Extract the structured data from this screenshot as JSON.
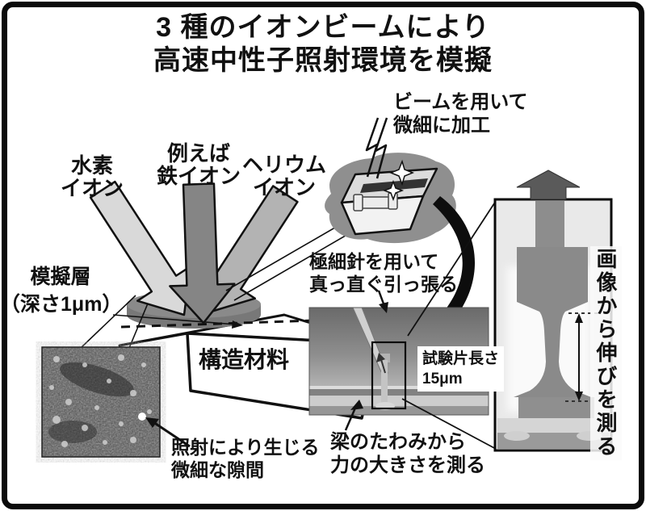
{
  "title": {
    "line1": "3 種のイオンビームにより",
    "line2": "高速中性子照射環境を模擬"
  },
  "ion_arrows": {
    "hydrogen": {
      "line1": "水素",
      "line2": "イオン"
    },
    "iron": {
      "line1": "例えば",
      "line2": "鉄イオン"
    },
    "helium": {
      "line1": "ヘリウム",
      "line2": "イオン"
    }
  },
  "annotations": {
    "beam_processing": {
      "line1": "ビームを用いて",
      "line2": "微細に加工"
    },
    "sim_layer": {
      "line1": "模擬層",
      "line2": "（深さ1μm）"
    },
    "structural_material": "構造材料",
    "needle_pull": {
      "line1": "極細針を用いて",
      "line2": "真っ直ぐ引っ張る"
    },
    "specimen_length": {
      "line1": "試験片長さ",
      "line2": "15μm"
    },
    "micro_gaps": {
      "line1": "照射により生じる",
      "line2": "微細な隙間"
    },
    "beam_deflection": {
      "line1": "梁のたわみから",
      "line2": "力の大きさを測る"
    },
    "elongation_vertical": "画像から伸びを測る"
  },
  "colors": {
    "hydrogen_arrow": "#d9d9d9",
    "iron_arrow": "#858585",
    "helium_arrow": "#b3b3b3",
    "blob": "#8f8f8f",
    "disk": "#8a8a8a",
    "pull_arrow": "#5a5a5a",
    "frame_border": "#0a0a0a"
  }
}
